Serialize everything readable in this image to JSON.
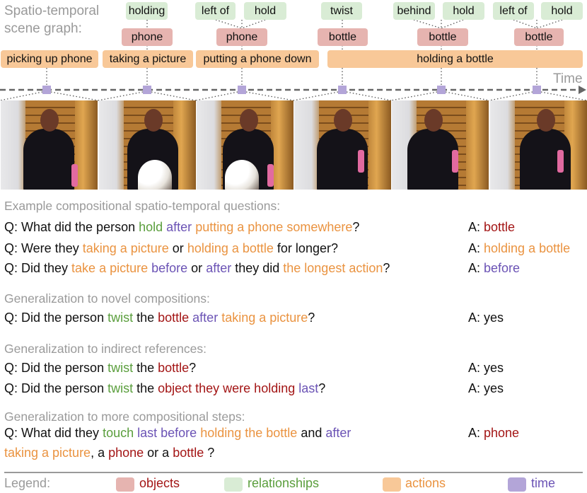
{
  "scene_graph": {
    "title_line1": "Spatio-temporal",
    "title_line2": "scene graph:",
    "time_label": "Time",
    "relationships": [
      "holding",
      "left of",
      "hold",
      "twist",
      "behind",
      "hold",
      "left of",
      "hold"
    ],
    "objects": [
      "phone",
      "phone",
      "bottle",
      "bottle",
      "bottle"
    ],
    "actions": [
      "picking up phone",
      "taking a picture",
      "putting a phone down",
      "holding a bottle"
    ]
  },
  "colors": {
    "objects": "#e6b4b0",
    "relationships": "#d9ecd5",
    "actions": "#f8c898",
    "time": "#b3a5d8",
    "object_text": "#a31515",
    "relationship_text": "#5a9e3c",
    "action_text": "#ea9340",
    "time_text": "#6b53b5"
  },
  "sections": [
    {
      "header": "Example compositional spatio-temporal questions:",
      "qa": [
        {
          "q": [
            [
              "plain",
              "Q: What did the person "
            ],
            [
              "relationship",
              "hold"
            ],
            [
              "plain",
              " "
            ],
            [
              "time",
              "after"
            ],
            [
              "plain",
              " "
            ],
            [
              "action",
              "putting a phone somewhere"
            ],
            [
              "plain",
              "?"
            ]
          ],
          "a": [
            [
              "plain",
              "A: "
            ],
            [
              "object",
              "bottle"
            ]
          ]
        },
        {
          "q": [
            [
              "plain",
              "Q: Were they "
            ],
            [
              "action",
              "taking a picture"
            ],
            [
              "plain",
              " or "
            ],
            [
              "action",
              "holding a bottle"
            ],
            [
              "plain",
              " for longer?"
            ]
          ],
          "a": [
            [
              "plain",
              "A: "
            ],
            [
              "action",
              "holding a bottle"
            ]
          ]
        },
        {
          "q": [
            [
              "plain",
              "Q: Did they "
            ],
            [
              "action",
              "take a picture"
            ],
            [
              "plain",
              " "
            ],
            [
              "time",
              "before"
            ],
            [
              "plain",
              " or "
            ],
            [
              "time",
              "after"
            ],
            [
              "plain",
              " they did "
            ],
            [
              "action",
              "the longest action"
            ],
            [
              "plain",
              "?"
            ]
          ],
          "a": [
            [
              "plain",
              "A: "
            ],
            [
              "time",
              "before"
            ]
          ]
        }
      ]
    },
    {
      "header": "Generalization to novel compositions:",
      "qa": [
        {
          "q": [
            [
              "plain",
              "Q: Did the person "
            ],
            [
              "relationship",
              "twist"
            ],
            [
              "plain",
              " the "
            ],
            [
              "object",
              "bottle"
            ],
            [
              "plain",
              " "
            ],
            [
              "time",
              "after"
            ],
            [
              "plain",
              " "
            ],
            [
              "action",
              "taking a picture"
            ],
            [
              "plain",
              "?"
            ]
          ],
          "a": [
            [
              "plain",
              "A: yes"
            ]
          ]
        }
      ]
    },
    {
      "header": "Generalization to indirect references:",
      "qa": [
        {
          "q": [
            [
              "plain",
              "Q: Did the person "
            ],
            [
              "relationship",
              "twist"
            ],
            [
              "plain",
              " the "
            ],
            [
              "object",
              "bottle"
            ],
            [
              "plain",
              "?"
            ]
          ],
          "a": [
            [
              "plain",
              "A: yes"
            ]
          ]
        },
        {
          "q": [
            [
              "plain",
              "Q: Did the person "
            ],
            [
              "relationship",
              "twist"
            ],
            [
              "plain",
              " the "
            ],
            [
              "object",
              "object they were holding"
            ],
            [
              "plain",
              " "
            ],
            [
              "time",
              "last"
            ],
            [
              "plain",
              "?"
            ]
          ],
          "a": [
            [
              "plain",
              "A: yes"
            ]
          ]
        }
      ]
    },
    {
      "header": "Generalization to more compositional steps:",
      "qa": [
        {
          "q": [
            [
              "plain",
              "Q: What did they "
            ],
            [
              "relationship",
              "touch"
            ],
            [
              "plain",
              " "
            ],
            [
              "time",
              "last before"
            ],
            [
              "plain",
              " "
            ],
            [
              "action",
              "holding the bottle"
            ],
            [
              "plain",
              " and "
            ],
            [
              "time",
              "after"
            ]
          ],
          "q2": [
            [
              "action",
              "taking a picture"
            ],
            [
              "plain",
              ", a "
            ],
            [
              "object",
              "phone"
            ],
            [
              "plain",
              " or a "
            ],
            [
              "object",
              "bottle"
            ],
            [
              "plain",
              " ?"
            ]
          ],
          "a": [
            [
              "plain",
              "A: "
            ],
            [
              "object",
              "phone"
            ]
          ]
        }
      ]
    }
  ],
  "legend": {
    "label": "Legend:",
    "items": [
      "objects",
      "relationships",
      "actions",
      "time"
    ]
  }
}
